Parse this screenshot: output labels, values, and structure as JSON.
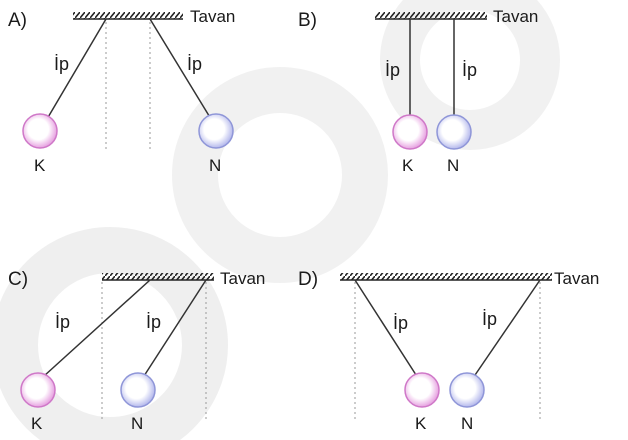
{
  "options": [
    {
      "letter": "A)",
      "ceiling": "Tavan",
      "string_a": "İp",
      "string_b": "İp",
      "ball_a": "K",
      "ball_b": "N"
    },
    {
      "letter": "B)",
      "ceiling": "Tavan",
      "string_a": "İp",
      "string_b": "İp",
      "ball_a": "K",
      "ball_b": "N"
    },
    {
      "letter": "C)",
      "ceiling": "Tavan",
      "string_a": "İp",
      "string_b": "İp",
      "ball_a": "K",
      "ball_b": "N"
    },
    {
      "letter": "D)",
      "ceiling": "Tavan",
      "string_a": "İp",
      "string_b": "İp",
      "ball_a": "K",
      "ball_b": "N"
    }
  ],
  "colors": {
    "ball_k": "#e6a0e0",
    "ball_n": "#b4b8ec",
    "line": "#333333",
    "dotted": "#9a9a9a",
    "watermark": "#d8d8d8"
  }
}
